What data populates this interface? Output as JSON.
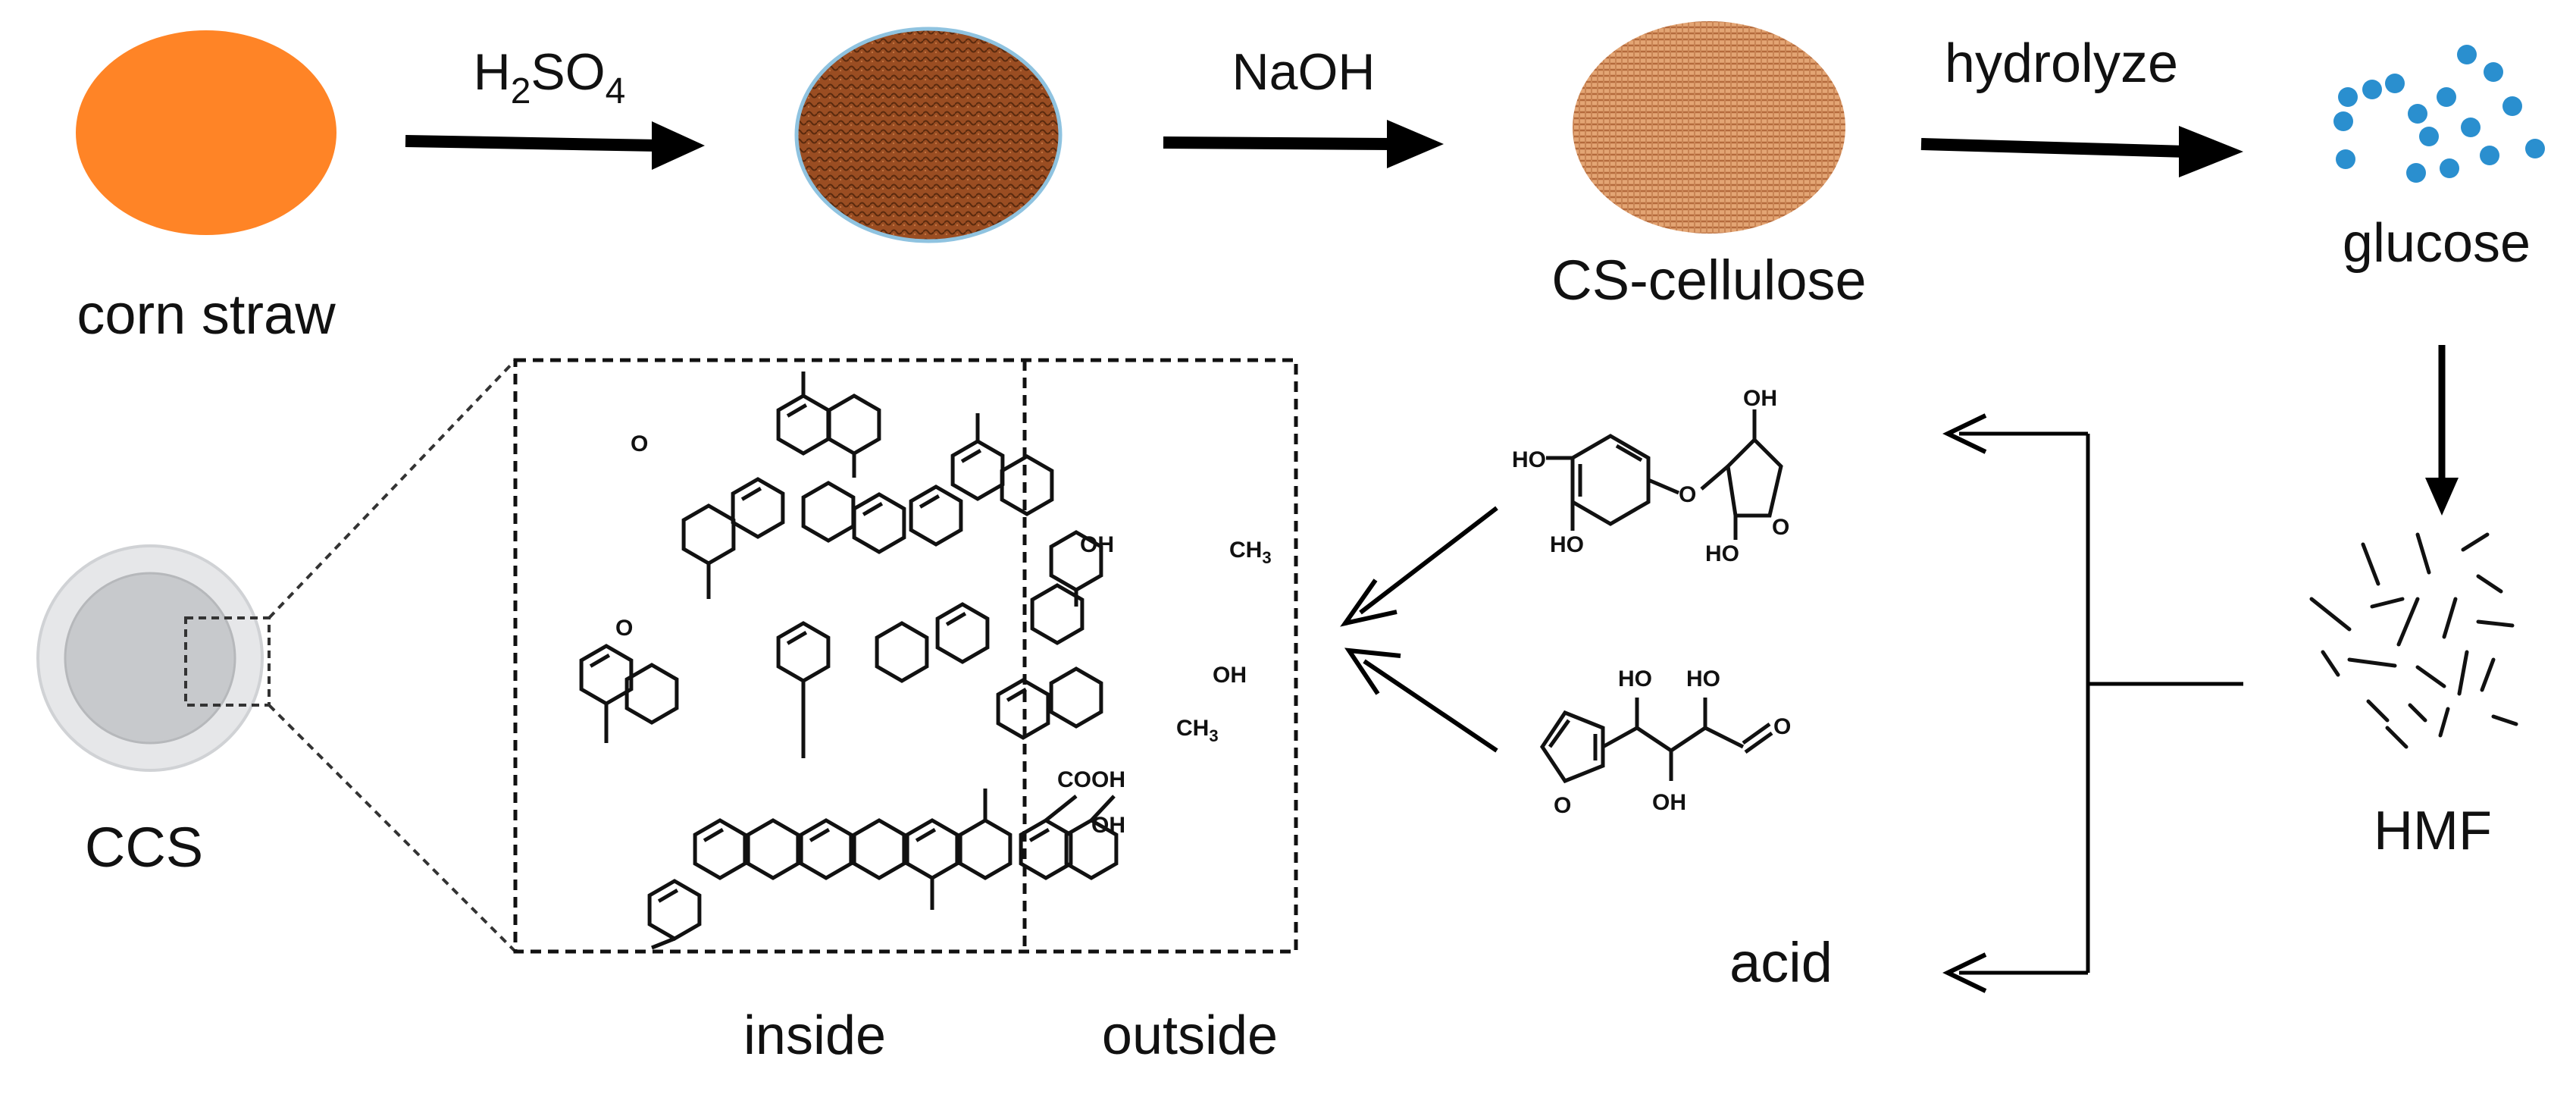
{
  "steps": {
    "reagent_1": "H2SO4",
    "reagent_1_main": "H",
    "reagent_1_sub1": "2",
    "reagent_1_mid": "SO",
    "reagent_1_sub2": "4",
    "reagent_2": "NaOH",
    "reagent_3": "hydrolyze"
  },
  "materials": {
    "corn_straw": "corn straw",
    "cs_cellulose": "CS-cellulose",
    "glucose": "glucose",
    "hmf": "HMF",
    "ccs": "CCS",
    "acid": "acid"
  },
  "regions": {
    "inside": "inside",
    "outside": "outside"
  },
  "chem_labels": {
    "oh": "OH",
    "ho": "HO",
    "ch3": "CH",
    "ch3_sub": "3",
    "o": "O",
    "cooh": "COOH"
  },
  "colors": {
    "corn_straw": "#ff8426",
    "treated_straw": "#9a4d22",
    "cs_cellulose": "#d9935c",
    "glucose_dot": "#2a8fcf",
    "ccs_inner": "#c7c9cc",
    "ccs_outer": "#e6e7e9"
  }
}
